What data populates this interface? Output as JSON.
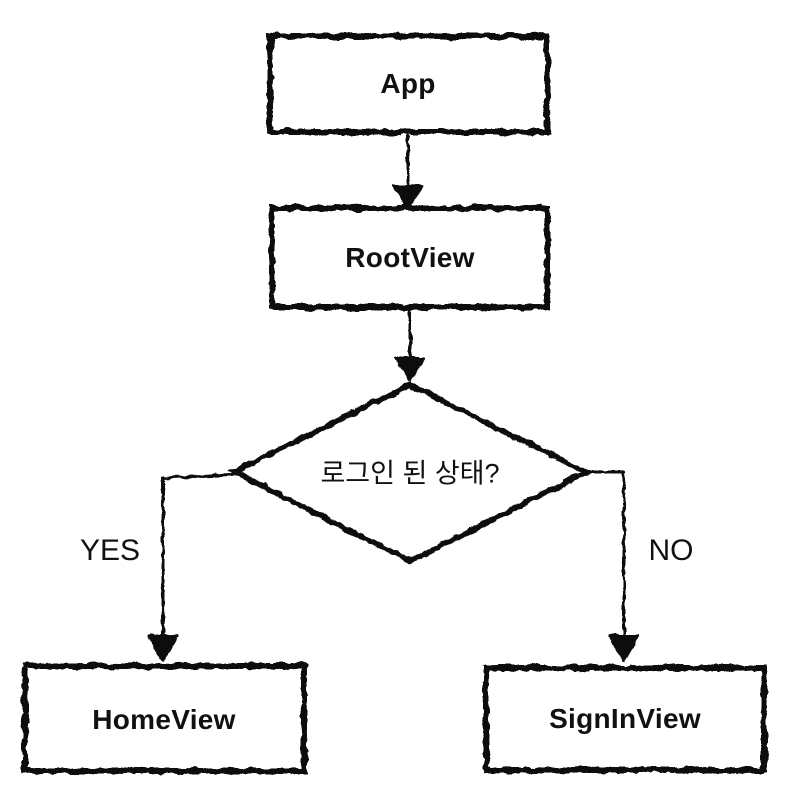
{
  "diagram": {
    "type": "flowchart",
    "background_color": "#ffffff",
    "stroke_color": "#111111",
    "nodes": [
      {
        "id": "app",
        "shape": "rect",
        "label": "App"
      },
      {
        "id": "rootview",
        "shape": "rect",
        "label": "RootView"
      },
      {
        "id": "decision",
        "shape": "diamond",
        "label": "로그인 된 상태?"
      },
      {
        "id": "homeview",
        "shape": "rect",
        "label": "HomeView"
      },
      {
        "id": "signinview",
        "shape": "rect",
        "label": "SignInView"
      }
    ],
    "edges": [
      {
        "from": "app",
        "to": "rootview",
        "label": ""
      },
      {
        "from": "rootview",
        "to": "decision",
        "label": ""
      },
      {
        "from": "decision",
        "to": "homeview",
        "label": "YES"
      },
      {
        "from": "decision",
        "to": "signinview",
        "label": "NO"
      }
    ]
  }
}
